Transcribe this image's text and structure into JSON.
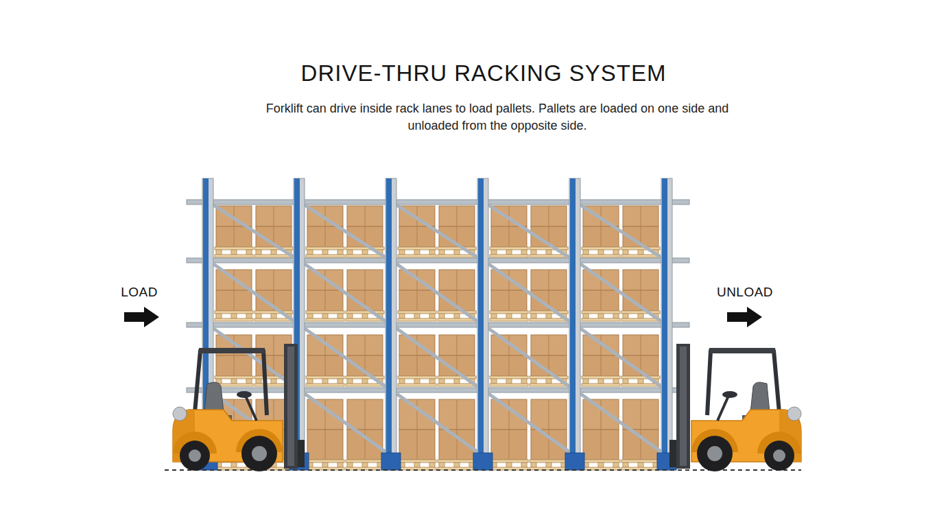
{
  "diagram": {
    "title": "DRIVE-THRU RACKING SYSTEM",
    "caption": "Forklift can drive inside rack lanes to load pallets. Pallets are loaded on one side and unloaded from the opposite side.",
    "labels": [
      "LOAD",
      "UNLOAD"
    ]
  }
}
